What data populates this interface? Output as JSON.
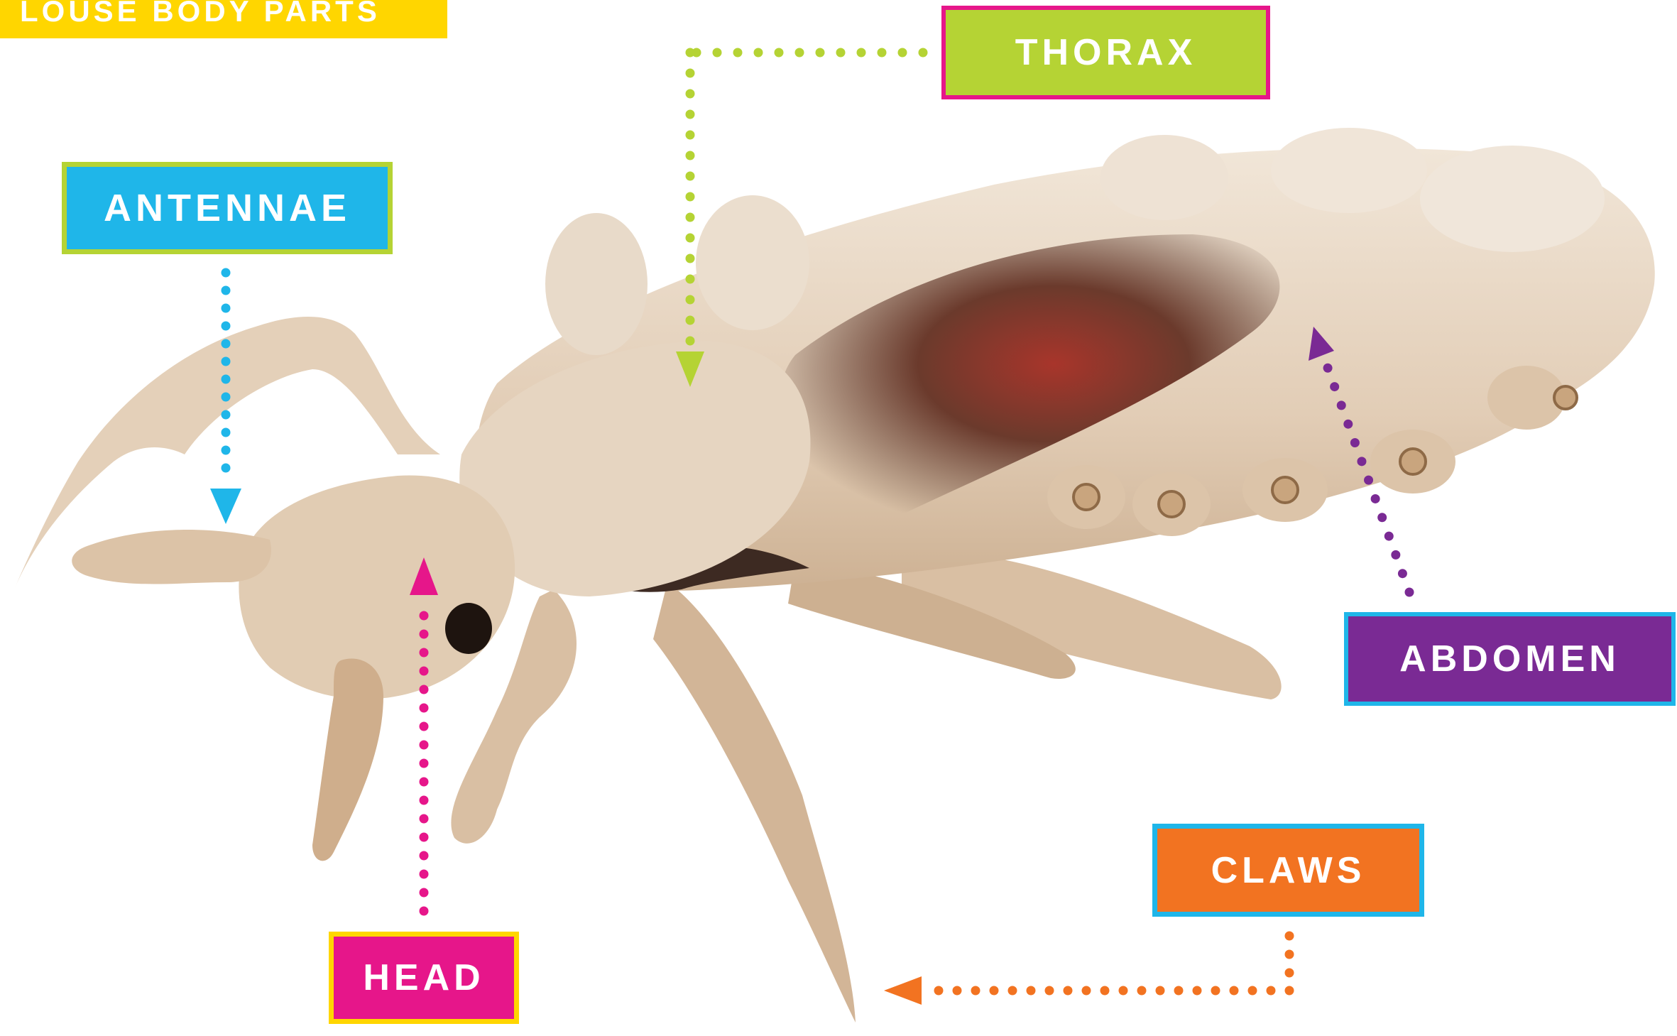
{
  "title": "LOUSE BODY PARTS",
  "colors": {
    "background": "#ffffff",
    "yellow": "#FFD600",
    "cyan": "#1FB6E9",
    "lime": "#B5D334",
    "magenta": "#E6168A",
    "purple": "#7A2A94",
    "orange": "#F27321",
    "body_light": "#EADCCB",
    "body_mid": "#D6BCA0",
    "body_dark": "#4E3328",
    "blood": "#A8352B"
  },
  "subject": {
    "icon": "head-louse-illustration"
  },
  "labels": {
    "antennae": {
      "text": "ANTENNAE",
      "fill": "#1FB6E9",
      "border": "#B5D334",
      "arrow": "#1FB6E9"
    },
    "thorax": {
      "text": "THORAX",
      "fill": "#B5D334",
      "border": "#E6168A",
      "arrow": "#B5D334"
    },
    "abdomen": {
      "text": "ABDOMEN",
      "fill": "#7A2A94",
      "border": "#1FB6E9",
      "arrow": "#7A2A94"
    },
    "claws": {
      "text": "CLAWS",
      "fill": "#F27321",
      "border": "#1FB6E9",
      "arrow": "#F27321"
    },
    "head": {
      "text": "HEAD",
      "fill": "#E6168A",
      "border": "#FFD600",
      "arrow": "#E6168A"
    }
  }
}
